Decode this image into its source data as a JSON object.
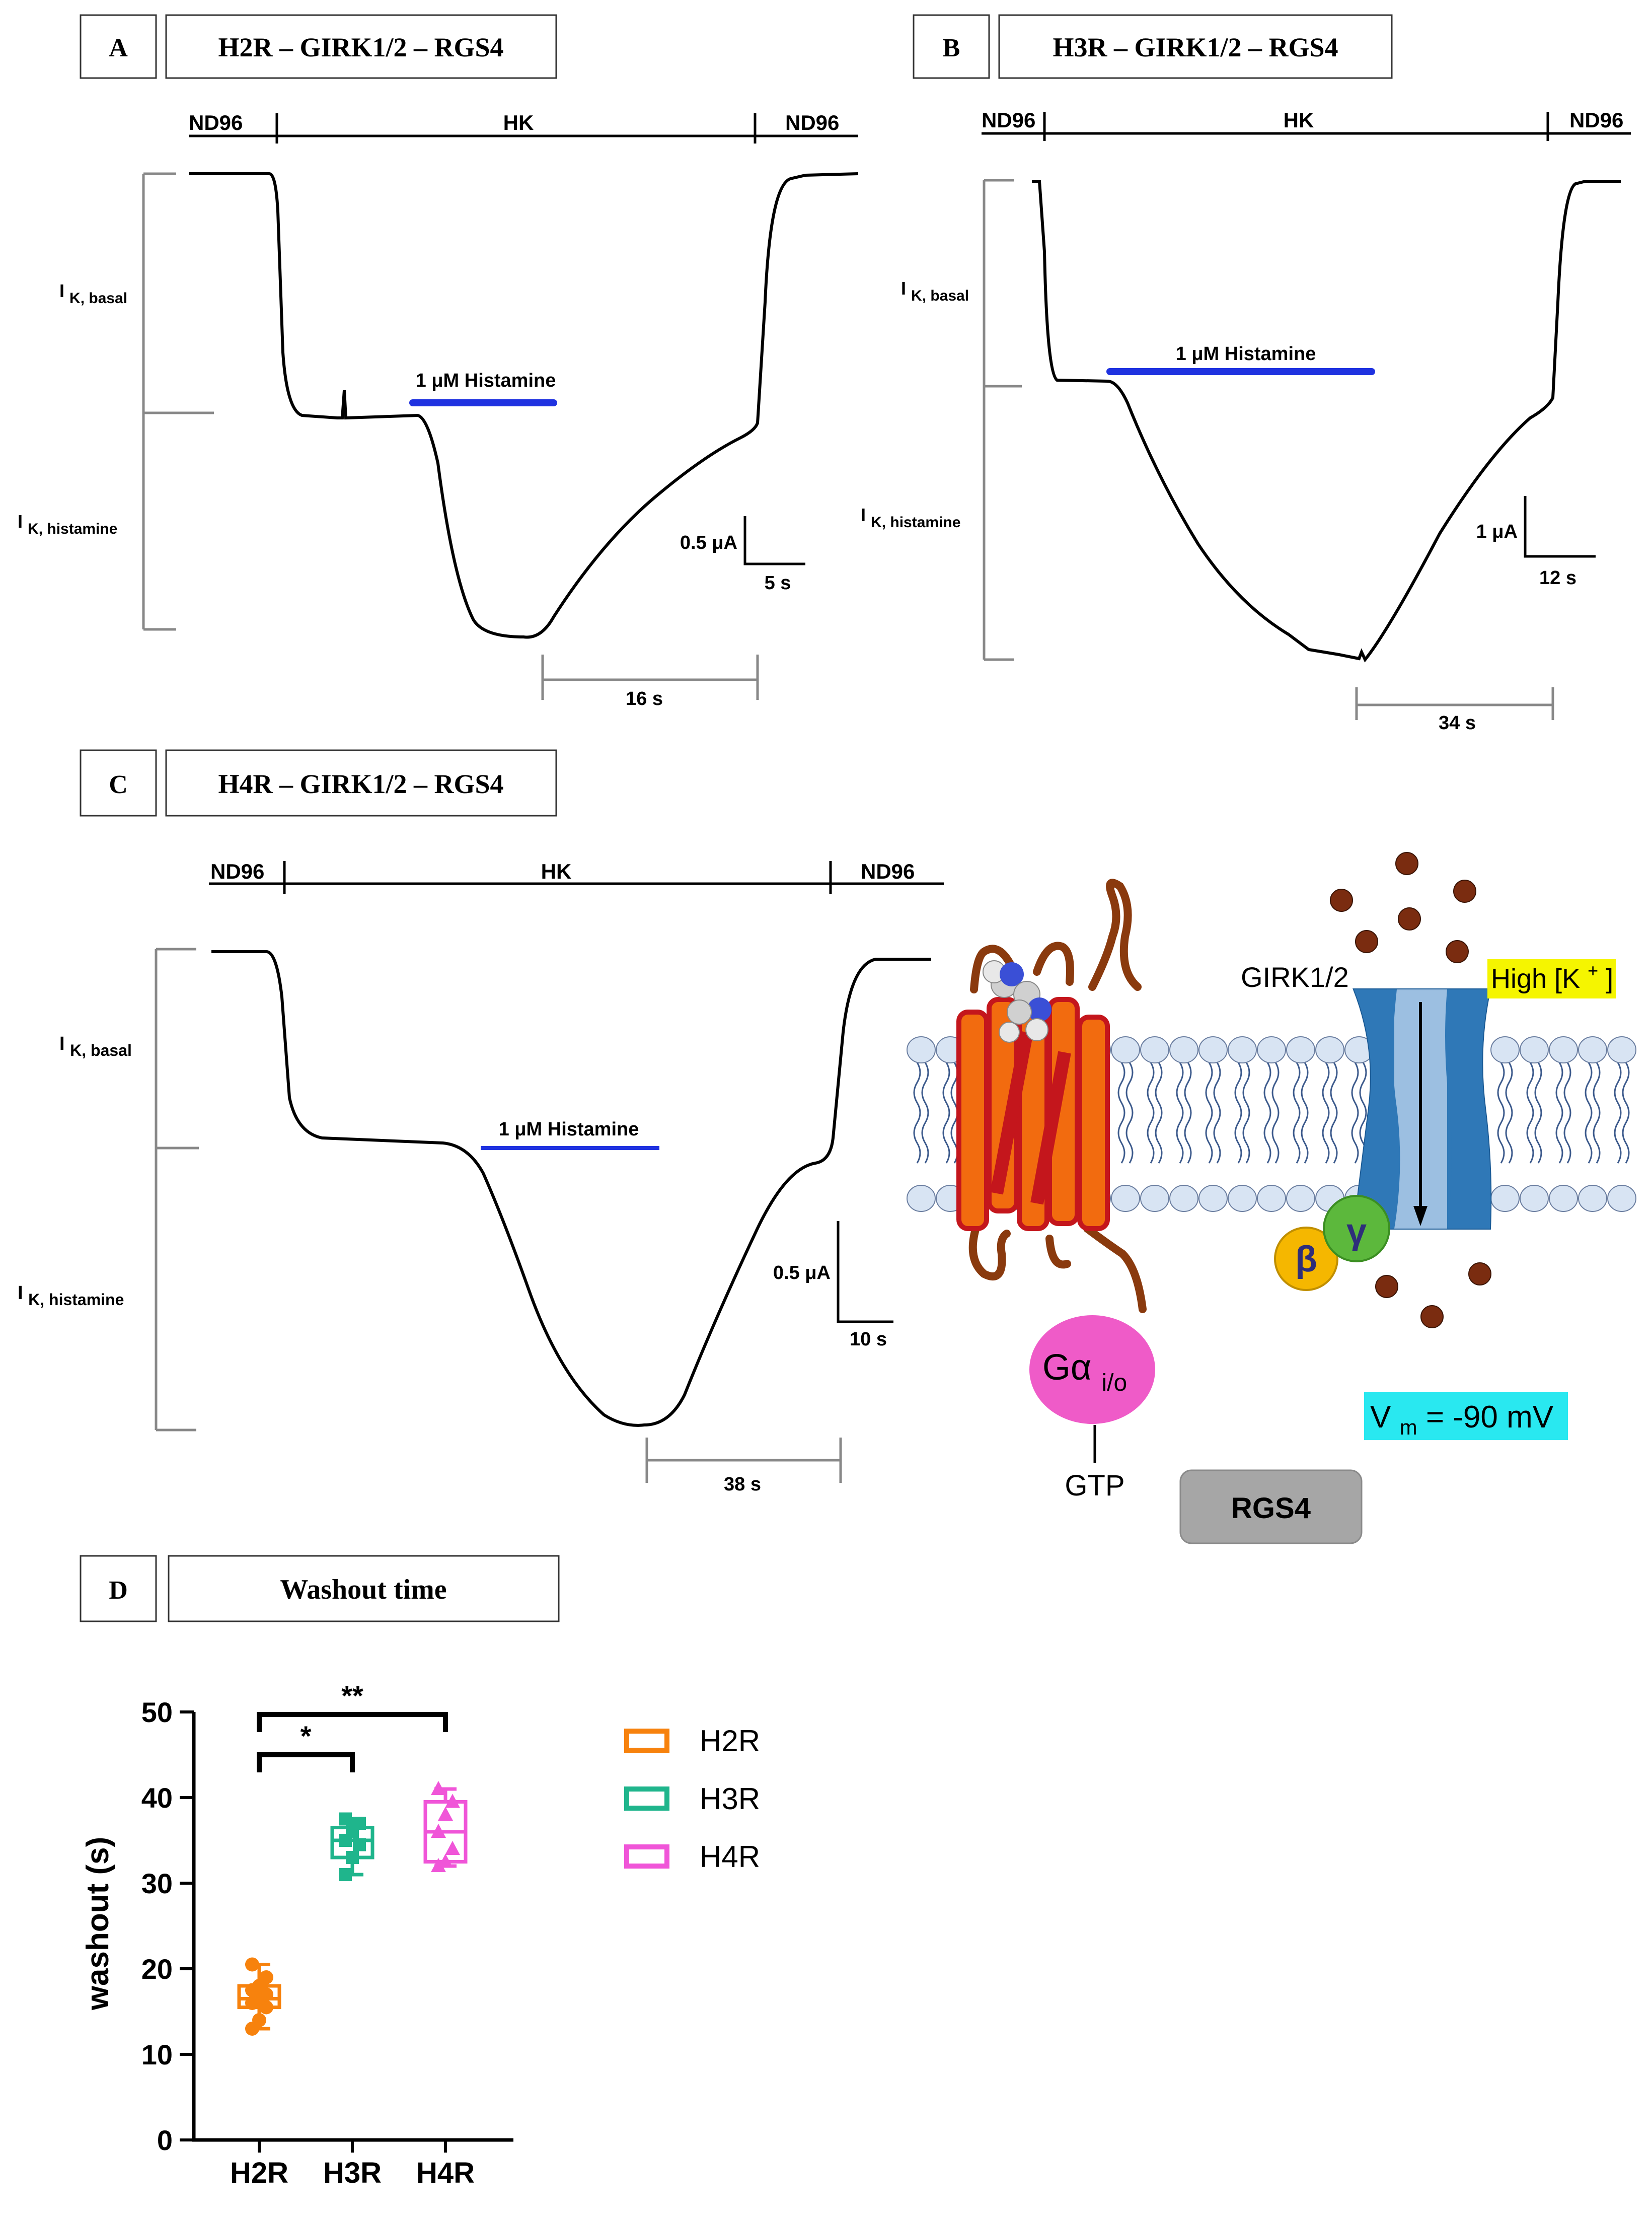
{
  "panels": {
    "A": {
      "letter": "A",
      "title": "H2R – GIRK1/2 – RGS4",
      "solution_left": "ND96",
      "solution_mid": "HK",
      "solution_right": "ND96",
      "agonist_label": "1 μM Histamine",
      "ik_basal_main": "I",
      "ik_basal_sub": "K, basal",
      "ik_hist_main": "I",
      "ik_hist_sub": "K, histamine",
      "scale_current": "0.5 μA",
      "scale_time": "5 s",
      "washout_label": "16 s"
    },
    "B": {
      "letter": "B",
      "title": "H3R – GIRK1/2 – RGS4",
      "solution_left": "ND96",
      "solution_mid": "HK",
      "solution_right": "ND96",
      "agonist_label": "1 μM Histamine",
      "ik_basal_main": "I",
      "ik_basal_sub": "K, basal",
      "ik_hist_main": "I",
      "ik_hist_sub": "K, histamine",
      "scale_current": "1 μA",
      "scale_time": "12 s",
      "washout_label": "34 s"
    },
    "C": {
      "letter": "C",
      "title": "H4R – GIRK1/2 – RGS4",
      "solution_left": "ND96",
      "solution_mid": "HK",
      "solution_right": "ND96",
      "agonist_label": "1 μM Histamine",
      "ik_basal_main": "I",
      "ik_basal_sub": "K, basal",
      "ik_hist_main": "I",
      "ik_hist_sub": "K, histamine",
      "scale_current": "0.5 μA",
      "scale_time": "10 s",
      "washout_label": "38 s"
    }
  },
  "schematic": {
    "channel_label": "GIRK1/2",
    "high_k_main": "High [K",
    "high_k_sup": "+",
    "high_k_end": "]",
    "beta": "β",
    "gamma": "γ",
    "galpha_main": "Gα",
    "galpha_sub": "i/o",
    "gtp": "GTP",
    "vm_main": "V",
    "vm_sub": "m",
    "vm_value": " = -90 mV",
    "rgs4": "RGS4",
    "colors": {
      "receptor": "#f26b0f",
      "receptor_edge": "#c4161c",
      "loops": "#8a3a0e",
      "channel": "#2f78b7",
      "lipid_head": "#d8e4f3",
      "potassium": "#7a2c10",
      "beta": "#f5b700",
      "gamma": "#5cb83c",
      "galpha": "#ef5bc8",
      "vm_bg": "#29e8f0",
      "high_k_bg": "#f5f500",
      "rgs4_bg": "#a6a6a6"
    }
  },
  "panel_d": {
    "letter": "D",
    "title": "Washout time"
  },
  "chart_data": {
    "type": "box",
    "ylabel": "washout (s)",
    "ylim": [
      0,
      50
    ],
    "yticks": [
      0,
      10,
      20,
      30,
      40,
      50
    ],
    "categories": [
      "H2R",
      "H3R",
      "H4R"
    ],
    "series": [
      {
        "name": "H2R",
        "color": "#f7820d",
        "marker": "circle",
        "min": 13,
        "q1": 15.5,
        "median": 16.5,
        "q3": 18,
        "max": 20.5,
        "points": [
          13,
          14,
          15.5,
          16,
          16.5,
          17,
          17.5,
          18,
          19,
          20.5
        ]
      },
      {
        "name": "H3R",
        "color": "#1fb58c",
        "marker": "square",
        "min": 31,
        "q1": 33,
        "median": 35,
        "q3": 36.5,
        "max": 37.5,
        "points": [
          31,
          33,
          34.5,
          35,
          36,
          37,
          37.5
        ]
      },
      {
        "name": "H4R",
        "color": "#f055d8",
        "marker": "triangle",
        "min": 32,
        "q1": 32.5,
        "median": 36,
        "q3": 39.5,
        "max": 41,
        "points": [
          32,
          32.5,
          34,
          36,
          38,
          39.5,
          41
        ]
      }
    ],
    "significance": [
      {
        "from": "H2R",
        "to": "H3R",
        "label": "*"
      },
      {
        "from": "H2R",
        "to": "H4R",
        "label": "**"
      }
    ],
    "legend": [
      "H2R",
      "H3R",
      "H4R"
    ],
    "legend_position": "right"
  }
}
